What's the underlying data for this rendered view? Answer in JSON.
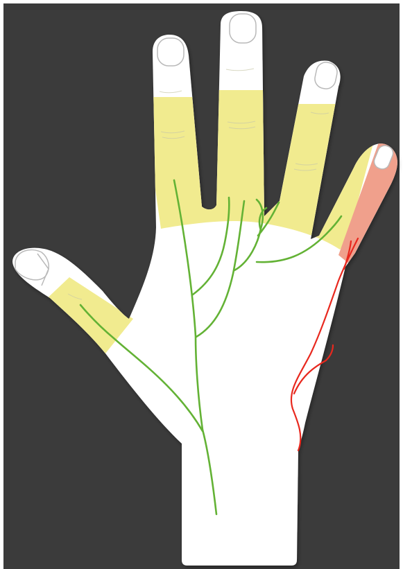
{
  "colors": {
    "background": "#3b3b3b",
    "skin": "#ffffff",
    "skin_shadow": "#2a2a2a",
    "median_zone": "#f1eb8f",
    "ulnar_zone": "#f0a08c",
    "median_nerve": "#63b235",
    "ulnar_nerve": "#e8281e",
    "nail": "#ffffff",
    "nail_outline": "#b9b9b9",
    "crease": "#c8c8a8"
  },
  "icons": {
    "hand": "hand-palm-illustration",
    "median_nerve": "median-nerve-branch",
    "ulnar_nerve": "ulnar-nerve-branch"
  }
}
